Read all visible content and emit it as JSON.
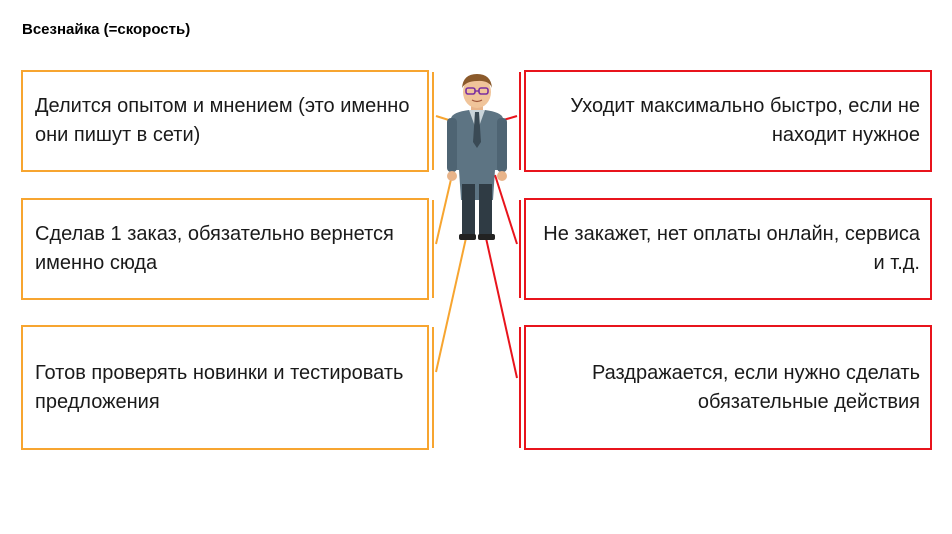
{
  "title": "Всезнайка (=скорость)",
  "left_boxes": [
    {
      "text": "Делится опытом и мнением (это именно они пишут в сети)"
    },
    {
      "text": "Сделав 1 заказ, обязательно вернется именно сюда"
    },
    {
      "text": "Готов проверять новинки и тестировать предложения"
    }
  ],
  "right_boxes": [
    {
      "text": "Уходит максимально быстро, если не находит нужное"
    },
    {
      "text": "Не закажет, нет оплаты онлайн, сервиса и т.д."
    },
    {
      "text": "Раздражается, если нужно сделать обязательные действия"
    }
  ],
  "colors": {
    "positive": "#f7a530",
    "negative": "#e8141c"
  },
  "icons": [
    "person-icon"
  ]
}
